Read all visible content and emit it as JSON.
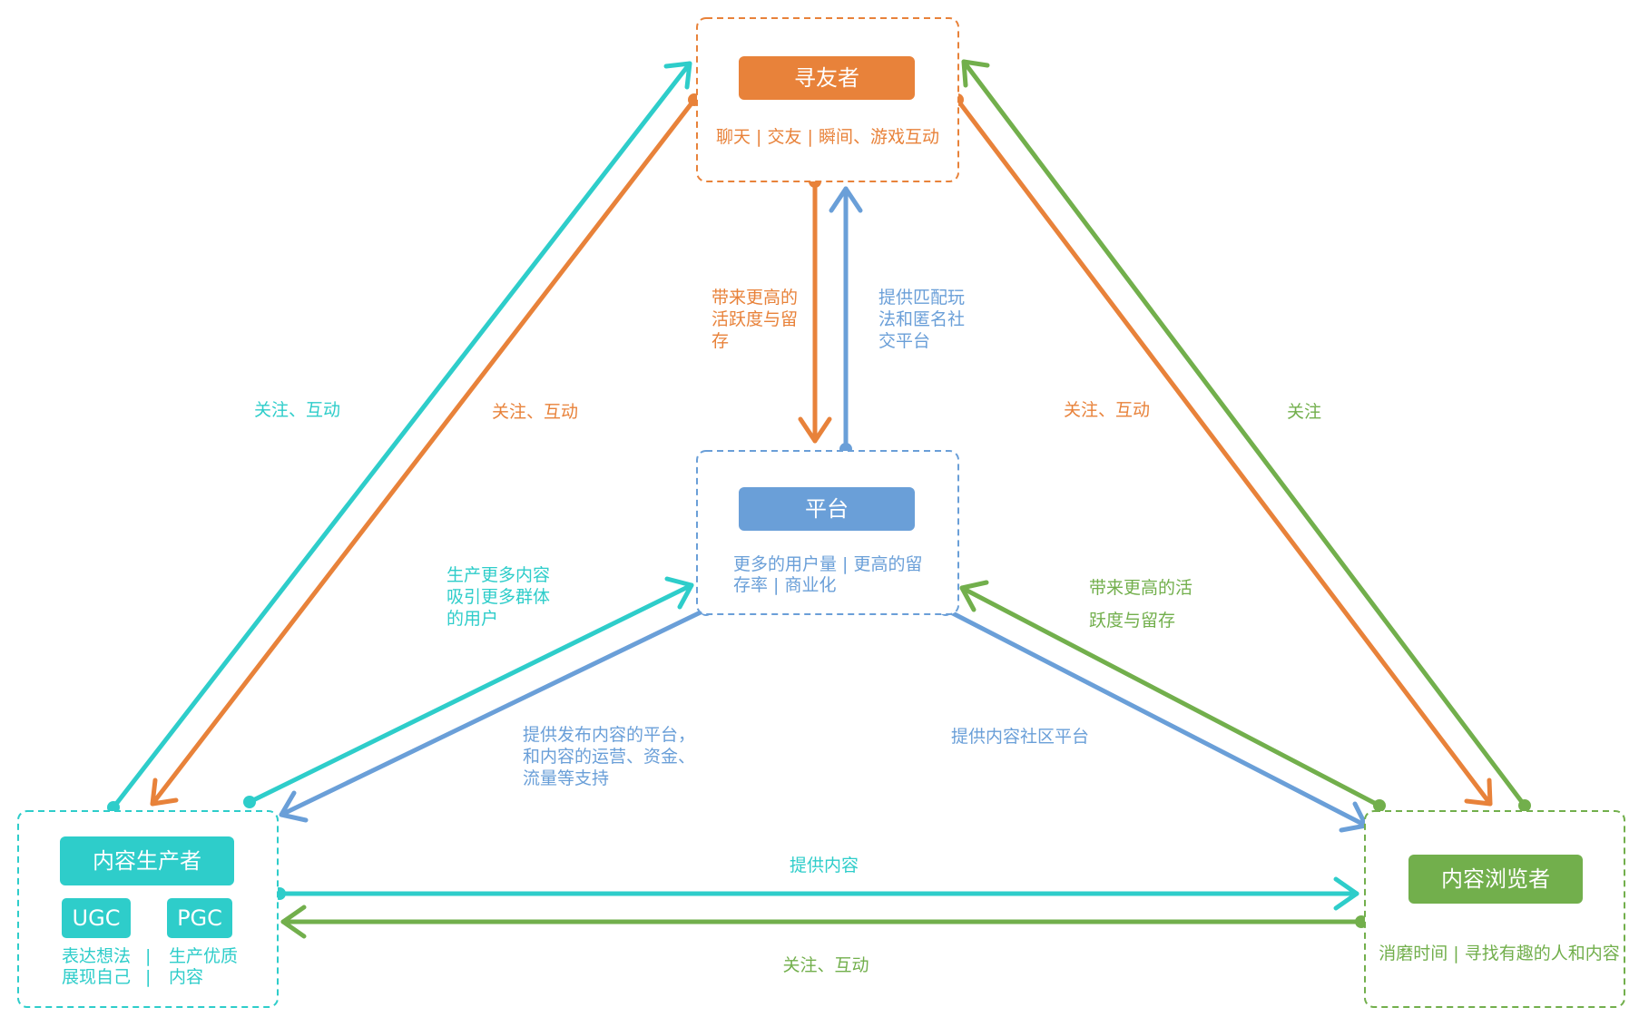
{
  "colors": {
    "orange": "#E8823A",
    "blue": "#6A9FD8",
    "teal": "#2ECDCA",
    "green": "#72AF4C"
  },
  "nodes": {
    "seeker": {
      "title": "寻友者",
      "desc": "聊天 | 交友 | 瞬间、游戏互动"
    },
    "platform": {
      "title": "平台",
      "desc": [
        "更多的用户量 | 更高的留",
        "存率 | 商业化"
      ]
    },
    "producer": {
      "title": "内容生产者",
      "ugc": "UGC",
      "pgc": "PGC",
      "ugc_desc": [
        "表达想法",
        "展现自己"
      ],
      "pgc_desc": [
        "生产优质",
        "内容"
      ],
      "separator": "|"
    },
    "browser": {
      "title": "内容浏览者",
      "desc": "消磨时间 | 寻找有趣的人和内容"
    }
  },
  "edges": {
    "producer_to_seeker": "关注、互动",
    "seeker_to_producer": "关注、互动",
    "seeker_to_platform": [
      "带来更高的",
      "活跃度与留",
      "存"
    ],
    "platform_to_seeker": [
      "提供匹配玩",
      "法和匿名社",
      "交平台"
    ],
    "seeker_to_browser": "关注、互动",
    "browser_to_seeker": "关注",
    "producer_to_platform": [
      "生产更多内容",
      "吸引更多群体",
      "的用户"
    ],
    "platform_to_producer": [
      "提供发布内容的平台，",
      "和内容的运营、资金、",
      "流量等支持"
    ],
    "browser_to_platform": [
      "带来更高的活",
      "跃度与留存"
    ],
    "platform_to_browser": "提供内容社区平台",
    "producer_to_browser": "提供内容",
    "browser_to_producer": "关注、互动"
  }
}
